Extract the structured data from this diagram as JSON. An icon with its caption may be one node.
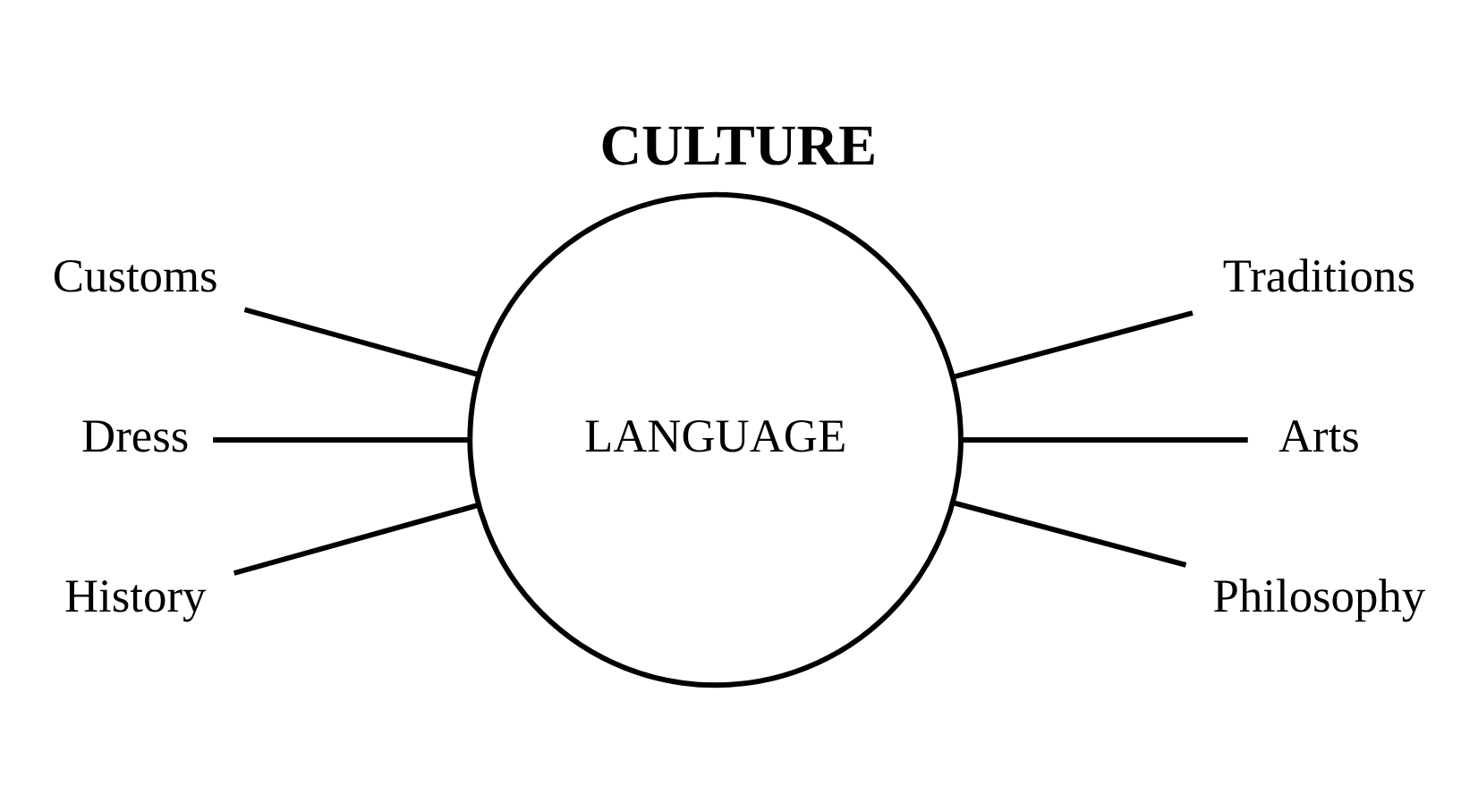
{
  "diagram": {
    "title": "CULTURE",
    "nodes": [
      {
        "text": [
          "LANGUAGE"
        ]
      },
      {
        "text": [
          "Customs"
        ]
      },
      {
        "text": [
          "Traditions"
        ]
      },
      {
        "text": [
          "Dress"
        ]
      },
      {
        "text": [
          "Arts"
        ]
      },
      {
        "text": [
          "History"
        ]
      },
      {
        "text": [
          "Philosophy"
        ]
      }
    ],
    "edges": [
      {
        "from": 1,
        "to": 0,
        "arrow": "none"
      },
      {
        "from": 2,
        "to": 0,
        "arrow": "none"
      },
      {
        "from": 3,
        "to": 0,
        "arrow": "none"
      },
      {
        "from": 4,
        "to": 0,
        "arrow": "none"
      },
      {
        "from": 5,
        "to": 0,
        "arrow": "none"
      },
      {
        "from": 6,
        "to": 0,
        "arrow": "none"
      }
    ]
  }
}
